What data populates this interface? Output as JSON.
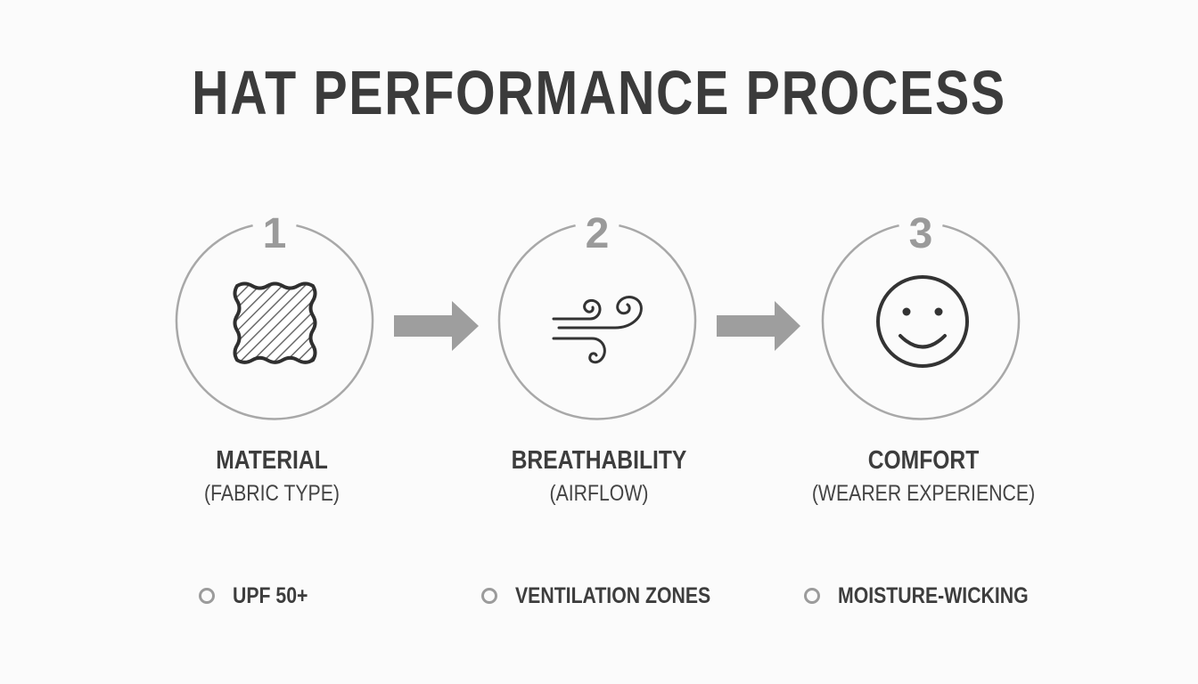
{
  "title": "HAT PERFORMANCE PROCESS",
  "steps": [
    {
      "number": "1",
      "label": "MATERIAL",
      "sublabel": "(FABRIC TYPE)",
      "icon": "fabric-swatch-icon",
      "bullet": "UPF 50+"
    },
    {
      "number": "2",
      "label": "BREATHABILITY",
      "sublabel": "(AIRFLOW)",
      "icon": "wind-icon",
      "bullet": "VENTILATION ZONES"
    },
    {
      "number": "3",
      "label": "COMFORT",
      "sublabel": "(WEARER EXPERIENCE)",
      "icon": "smiley-face-icon",
      "bullet": "MOISTURE-WICKING"
    }
  ],
  "connectors": [
    "arrow-right-icon",
    "arrow-right-icon"
  ],
  "colors": {
    "text": "#3b3b3b",
    "circle": "#a8a8a8",
    "arrow": "#9e9e9e",
    "background": "#fbfbfb"
  }
}
